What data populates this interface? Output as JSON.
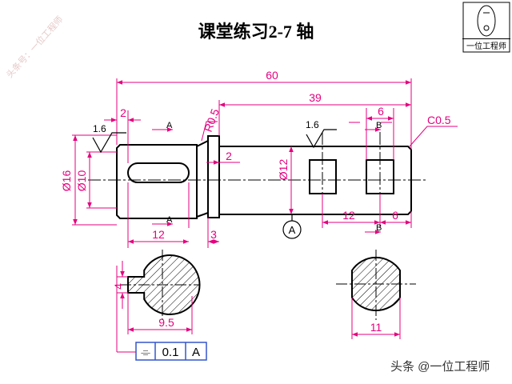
{
  "title": "课堂练习2-7  轴",
  "watermark": "头条号：一位工程师",
  "logo": {
    "text": "一位工程师"
  },
  "footer": "头条 @一位工程师",
  "colors": {
    "dimension": "#e4007f",
    "outline": "#000000",
    "frame": "#3355cc"
  },
  "dimensions": {
    "overall_length": "60",
    "right_length": "39",
    "keyway_offset": "2",
    "fillet": "R0.5",
    "chamfer": "C0.5",
    "roughness_left": "1.6",
    "roughness_right": "1.6",
    "dia_left": "Ø16",
    "dia_bore": "Ø10",
    "dia_right": "Ø12",
    "shoulder_width": "2",
    "flat_width": "6",
    "keyway_len": "12",
    "collar_width": "3",
    "flat_pos": "12",
    "flat_end": "6",
    "keyway_depth": "4",
    "section_a_dim": "9.5",
    "section_b_dim": "11"
  },
  "section_labels": {
    "a": "A",
    "b": "B",
    "datum": "A"
  },
  "tolerance_frame": {
    "symbol": "⌯",
    "value": "0.1",
    "datum": "A"
  }
}
